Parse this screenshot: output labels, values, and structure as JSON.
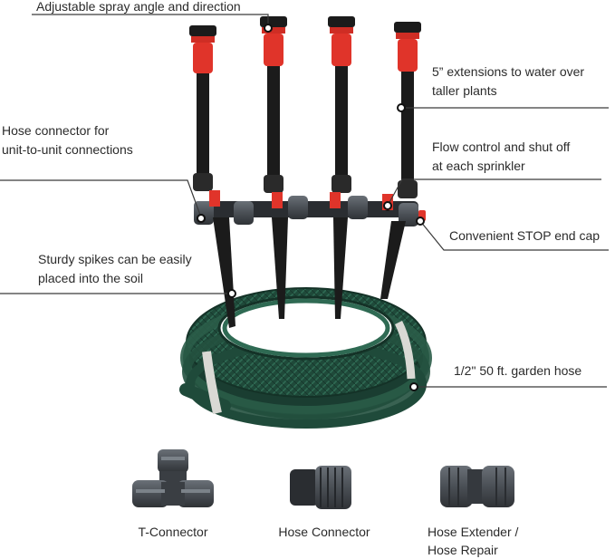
{
  "callouts": {
    "spray": "Adjustable spray angle and direction",
    "extensions_line1": "5” extensions to water over",
    "extensions_line2": "taller plants",
    "hose_connector_line1": "Hose connector for",
    "hose_connector_line2": "unit-to-unit connections",
    "flow_line1": "Flow control and shut off",
    "flow_line2": "at each sprinkler",
    "stop_cap": "Convenient STOP end cap",
    "spikes_line1": "Sturdy spikes can be easily",
    "spikes_line2": "placed into the soil",
    "garden_hose": "1/2\" 50 ft. garden hose"
  },
  "accessories": {
    "t_connector": "T-Connector",
    "hose_connector": "Hose Connector",
    "extender_line1": "Hose Extender /",
    "extender_line2": "Hose Repair"
  },
  "colors": {
    "sprinkler_body": "#1b1b1b",
    "sprinkler_accent": "#e0342a",
    "hose_green": "#1f4a3a",
    "connector_gray": "#4a4f55",
    "leader_line": "#3a3a3a"
  }
}
